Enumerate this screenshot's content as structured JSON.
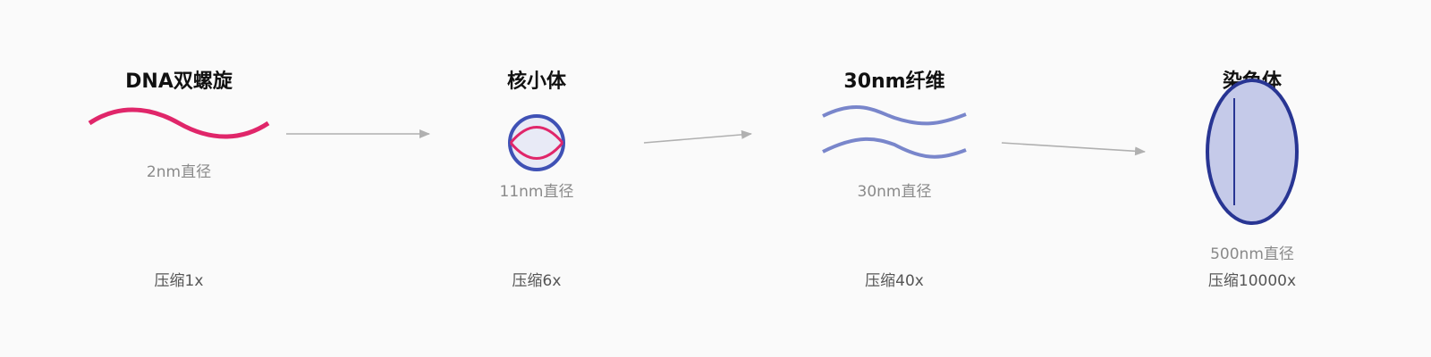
{
  "colors": {
    "background": "#fafafa",
    "dna_strand": "#e0266a",
    "nucleosome_ring": "#3f51b5",
    "nucleosome_fill": "#e8eaf6",
    "fiber": "#7986cb",
    "chromosome_fill": "#c5cae9",
    "chromosome_stroke": "#283593",
    "arrow": "#b0b0b0",
    "title_text": "#111111",
    "diameter_text": "#8a8a8a",
    "compression_text": "#555555"
  },
  "stages": [
    {
      "title": "DNA双螺旋",
      "diameter": "2nm直径",
      "compression": "压缩1x",
      "icon": "dna-helix-icon"
    },
    {
      "title": "核小体",
      "diameter": "11nm直径",
      "compression": "压缩6x",
      "icon": "nucleosome-icon"
    },
    {
      "title": "30nm纤维",
      "diameter": "30nm直径",
      "compression": "压缩40x",
      "icon": "chromatin-fiber-icon"
    },
    {
      "title": "染色体",
      "diameter": "500nm直径",
      "compression": "压缩10000x",
      "icon": "chromosome-icon"
    }
  ]
}
